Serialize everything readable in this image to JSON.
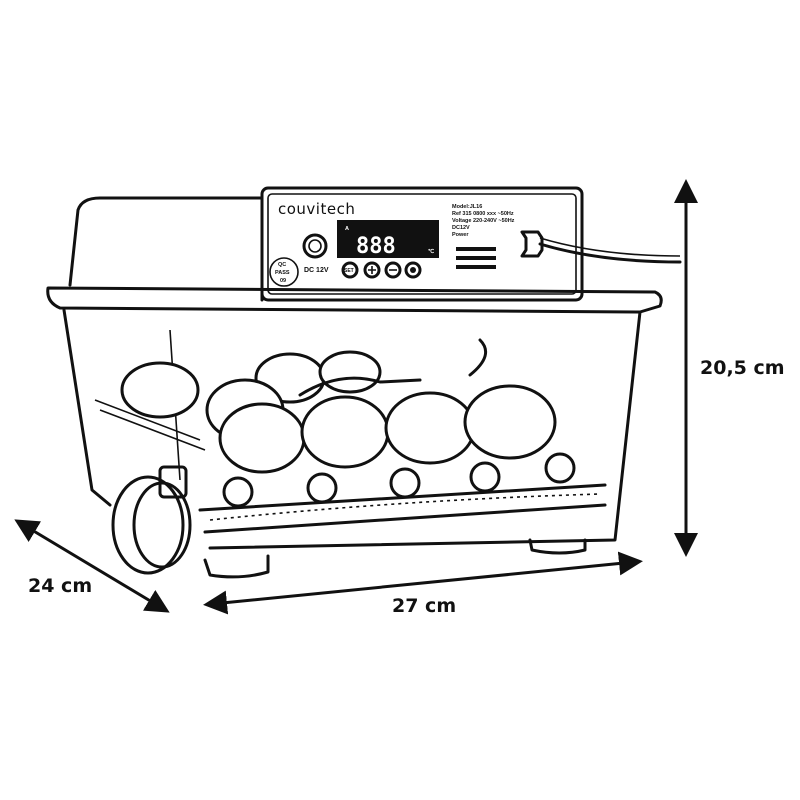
{
  "brand": "couvitech",
  "panel": {
    "display": "888",
    "display_unit": "℃",
    "indicator_a": "A",
    "set_label": "SET",
    "dc_label": "DC 12V",
    "qc": [
      "QC",
      "PASS",
      "09"
    ],
    "specs": [
      "Model:JL16",
      "Ref 315 0800 xxx ~50Hz",
      "Voltage 220-240V ~50Hz",
      "DC12V",
      "Power"
    ]
  },
  "dimensions": {
    "height": "20,5 cm",
    "depth": "24 cm",
    "width": "27 cm"
  }
}
